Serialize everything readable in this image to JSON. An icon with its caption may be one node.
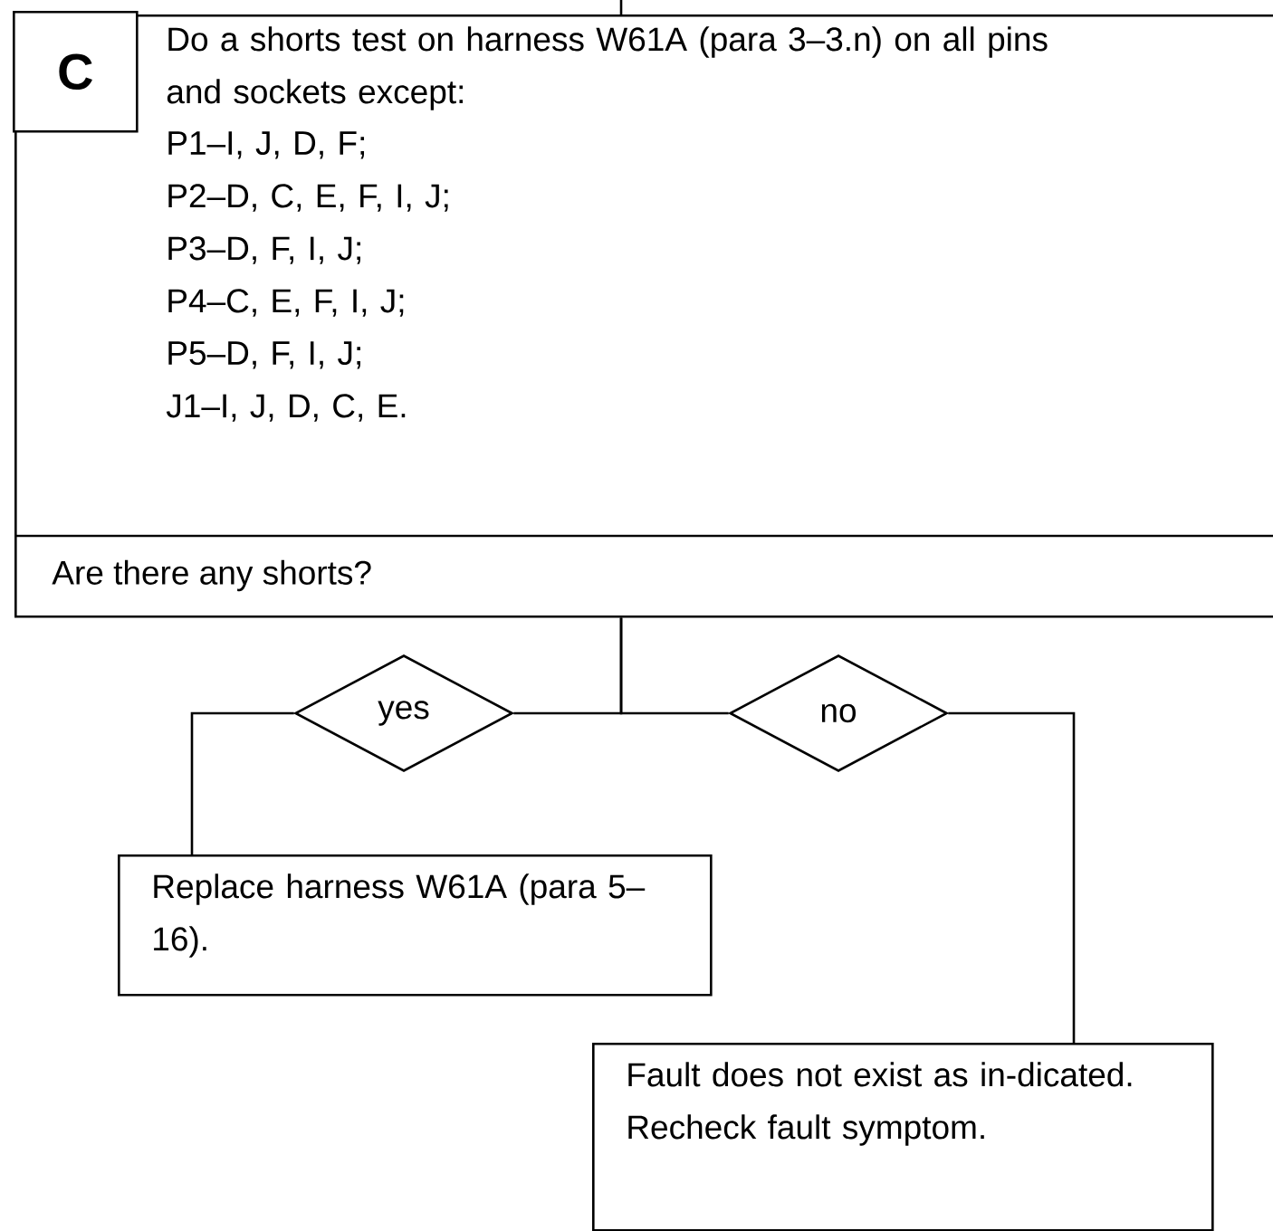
{
  "diagram": {
    "nodes": [
      {
        "text": [
          "Do a shorts test on harness W61A (para 3–3.n) on all pins and sockets except:",
          "P1–I, J, D, F;",
          "P2–D, C, E, F, I, J;",
          "P3–D, F, I, J;",
          "P4–C, E,  F, I, J;",
          "P5–D, F, I, J;",
          "J1–I, J, D, C, E.",
          "Are there any shorts?"
        ]
      },
      {
        "text": [
          "C"
        ],
        "in": 0
      },
      {
        "text": [
          "yes"
        ]
      },
      {
        "text": [
          "no"
        ]
      },
      {
        "text": [
          "Replace harness W61A (para 5–16)."
        ]
      },
      {
        "text": [
          "Fault does not exist as in-dicated.  Recheck fault symptom."
        ]
      }
    ],
    "edges": [
      {
        "from": null,
        "to": 0,
        "arrow": "none"
      },
      {
        "from": 0,
        "to": 2,
        "arrow": "none"
      },
      {
        "from": 0,
        "to": 3,
        "arrow": "none"
      },
      {
        "from": 2,
        "to": 4,
        "arrow": "none"
      },
      {
        "from": 3,
        "to": 5,
        "arrow": "none"
      }
    ]
  }
}
